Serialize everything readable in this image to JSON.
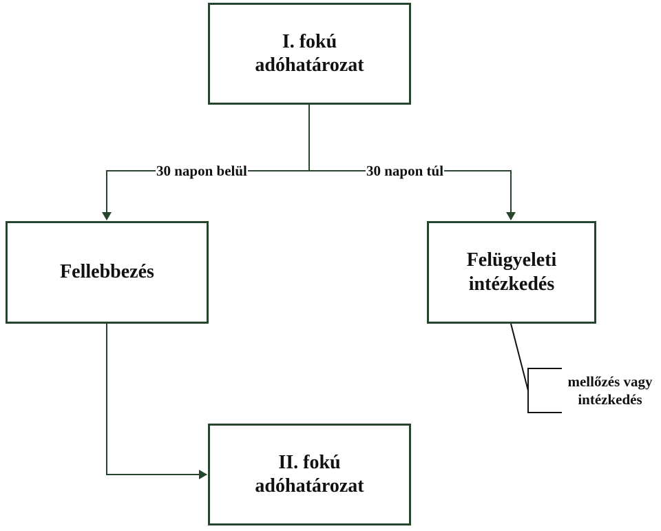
{
  "diagram": {
    "colors": {
      "line": "#27442c",
      "border": "#27442c",
      "text": "#111111"
    },
    "nodes": {
      "first_decision": "I. fokú\nadóhatározat",
      "appeal": "Fellebbezés",
      "supervisory": "Felügyeleti\nintézkedés",
      "second_decision": "II. fokú\nadóhatározat"
    },
    "edges": {
      "within_30_days": "30 napon belül",
      "beyond_30_days": "30 napon túl"
    },
    "note": "mellőzés vagy\nintézkedés"
  }
}
